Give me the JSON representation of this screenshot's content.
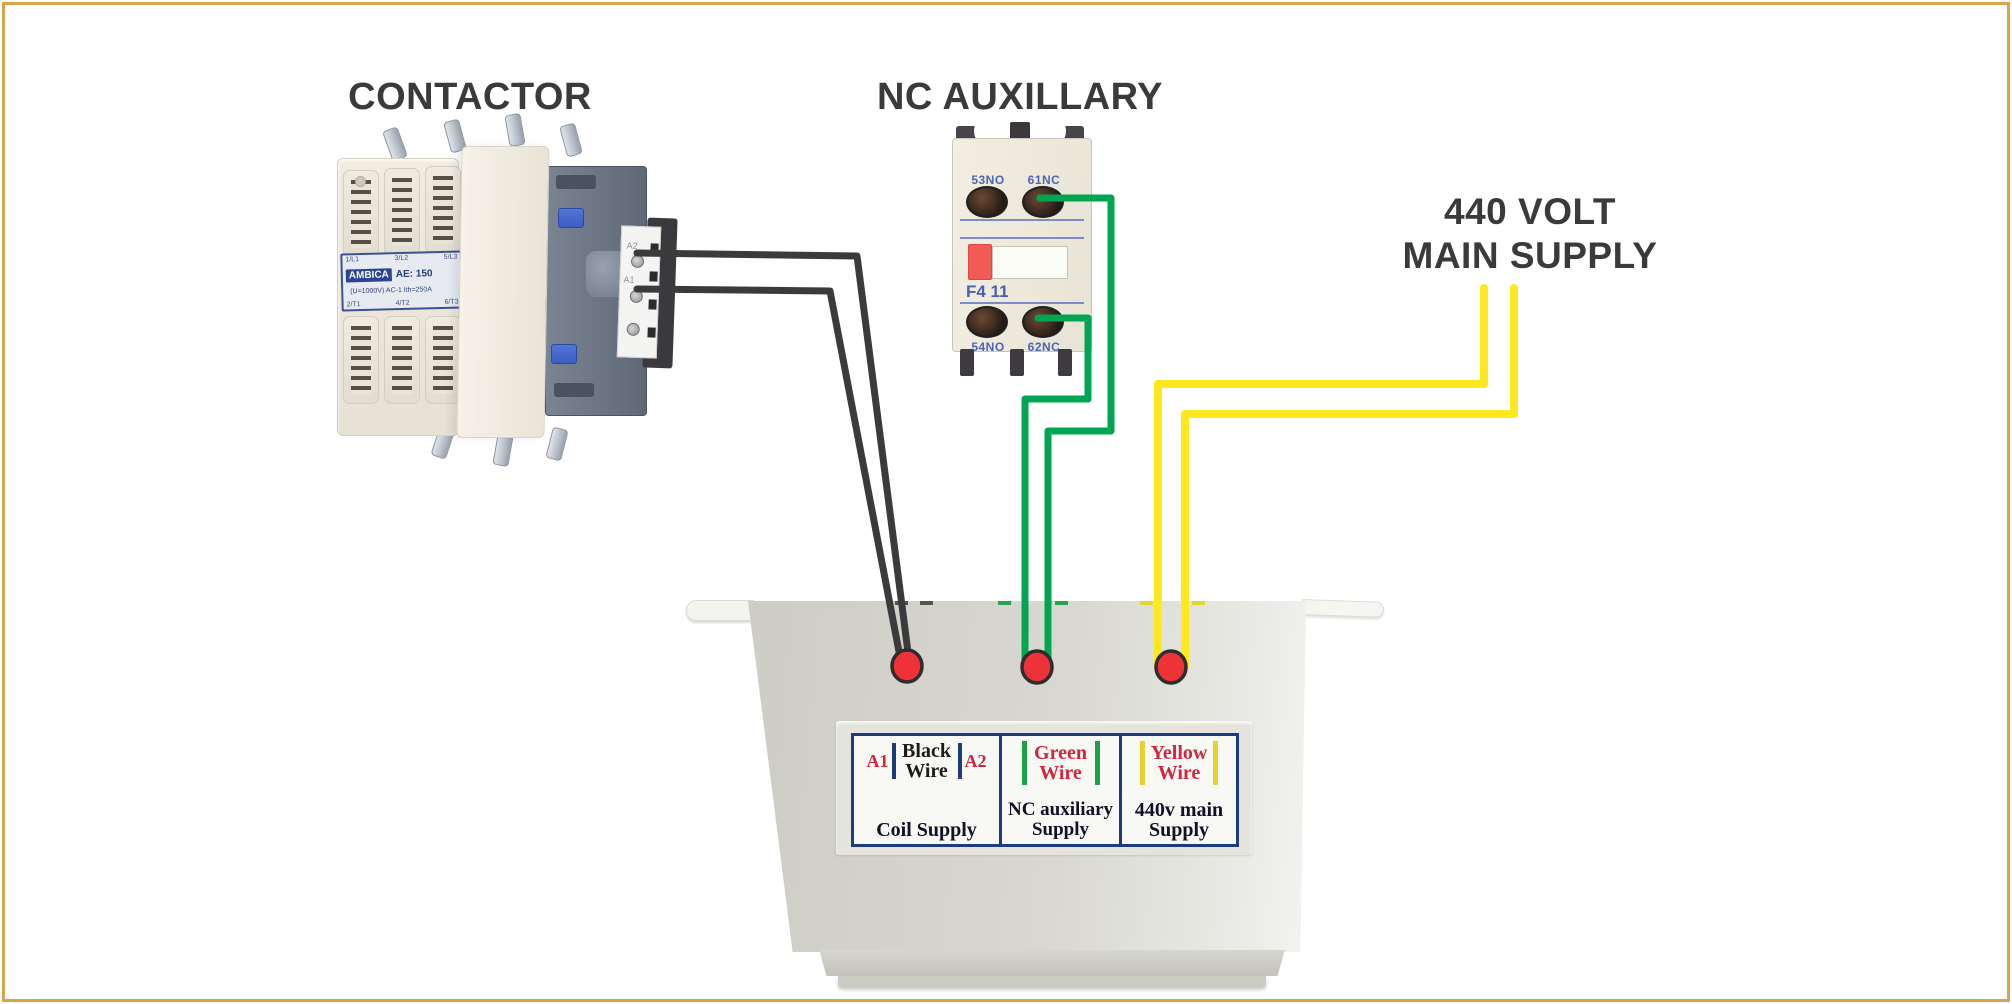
{
  "frame": {
    "border_color": "#d9a44a",
    "background": "#ffffff"
  },
  "headings": {
    "contactor": "CONTACTOR",
    "nc_auxiliary": "NC AUXILLARY",
    "main_supply": [
      "440 VOLT",
      "MAIN SUPPLY"
    ]
  },
  "contactor": {
    "plate": {
      "brand": "AMBICA",
      "model": "AE: 150",
      "spec": "(U=1000V) AC-1 Ith=250A",
      "top_marks": [
        "1/L1",
        "3/L2",
        "5/L3"
      ],
      "bottom_marks": [
        "2/T1",
        "4/T2",
        "6/T3"
      ]
    },
    "coil_terminals": {
      "top": "A2",
      "bottom": "A1"
    }
  },
  "nc_aux_block": {
    "model": "F4 11",
    "terminals": {
      "top_left": "53NO",
      "top_right": "61NC",
      "bottom_left": "54NO",
      "bottom_right": "62NC"
    }
  },
  "junction_box": {
    "cells": [
      {
        "left_mark": "A1",
        "right_mark": "A2",
        "wire_name": "Black Wire",
        "supply_name": "Coil Supply"
      },
      {
        "wire_name": "Green Wire",
        "supply_name": "NC auxiliary Supply"
      },
      {
        "wire_name": "Yellow Wire",
        "supply_name": "440v main Supply"
      }
    ]
  },
  "colors": {
    "wire_black": "#3b3b3b",
    "wire_green": "#00a551",
    "wire_yellow": "#ffe81d",
    "terminal_dot": "#ee3237",
    "terminal_dot_outline": "#2d2d2d",
    "panel_border_navy": "#1d3c7d",
    "label_red": "#cf2740"
  },
  "connections": [
    {
      "color": "black",
      "from": "contactor coil terminals A2 / A1",
      "to": "Coil Supply"
    },
    {
      "color": "green",
      "from": "NC auxiliary terminals 61NC / 62NC",
      "to": "NC auxiliary Supply"
    },
    {
      "color": "yellow",
      "from": "440 volt main supply",
      "to": "440v main Supply"
    }
  ]
}
